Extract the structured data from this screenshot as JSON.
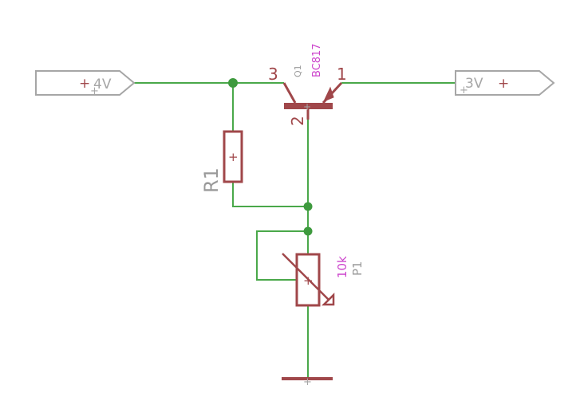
{
  "colors": {
    "wire": "#4aa84a",
    "part": "#a0474a",
    "port": "#a6a6a6",
    "name": "#9a9a9a",
    "value": "#cc44cc",
    "junction": "#3e9a3e"
  },
  "ports": {
    "input": {
      "label": "4V",
      "cross": "+"
    },
    "output": {
      "label": "3V",
      "cross": "+"
    }
  },
  "transistor": {
    "name": "Q1",
    "value": "BC817",
    "pin_collector": "3",
    "pin_base": "2",
    "pin_emitter": "1"
  },
  "resistor": {
    "name": "R1"
  },
  "potentiometer": {
    "name": "P1",
    "value": "10k"
  }
}
